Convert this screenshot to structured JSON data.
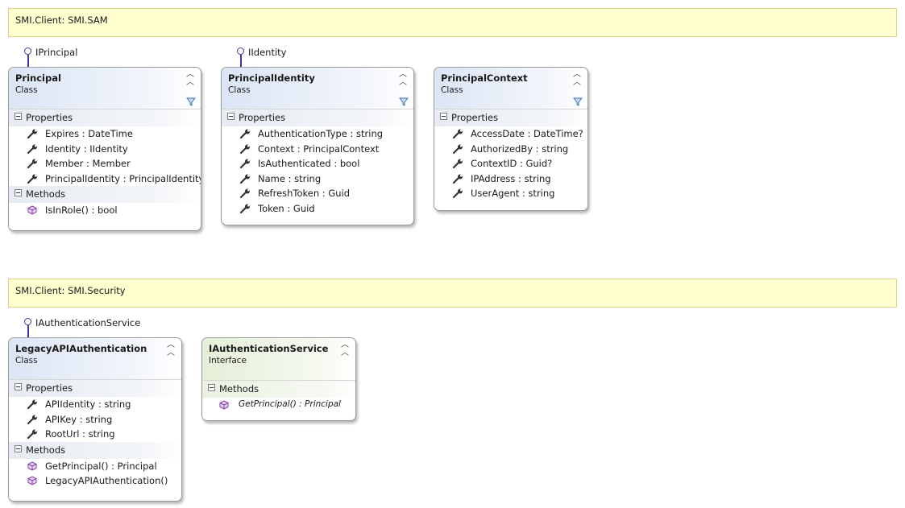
{
  "namespaces": [
    {
      "label": "SMI.Client: SMI.SAM"
    },
    {
      "label": "SMI.Client: SMI.Security"
    }
  ],
  "interfaces_lollipop": [
    "IPrincipal",
    "IIdentity",
    "IAuthenticationService"
  ],
  "icons": {
    "property": "wrench-icon",
    "method": "cube-icon",
    "collapse": "double-chevron-up-icon",
    "filter": "filter-icon",
    "section_toggle": "minus-box-icon"
  },
  "colors": {
    "namespace_fill": "#ffffcf",
    "class_header": "#dbe5f5",
    "interface_header": "#e4efd8",
    "lollipop": "#3a3a9a"
  },
  "boxes": [
    {
      "title": "Principal",
      "kind": "Class",
      "sections": [
        {
          "name": "Properties",
          "type": "property",
          "items": [
            "Expires : DateTime",
            "Identity : IIdentity",
            "Member : Member",
            "PrincipalIdentity : PrincipalIdentity"
          ]
        },
        {
          "name": "Methods",
          "type": "method",
          "items": [
            "IsInRole() : bool"
          ]
        }
      ]
    },
    {
      "title": "PrincipalIdentity",
      "kind": "Class",
      "sections": [
        {
          "name": "Properties",
          "type": "property",
          "items": [
            "AuthenticationType : string",
            "Context : PrincipalContext",
            "IsAuthenticated : bool",
            "Name : string",
            "RefreshToken : Guid",
            "Token : Guid"
          ]
        }
      ]
    },
    {
      "title": "PrincipalContext",
      "kind": "Class",
      "sections": [
        {
          "name": "Properties",
          "type": "property",
          "items": [
            "AccessDate : DateTime?",
            "AuthorizedBy : string",
            "ContextID : Guid?",
            "IPAddress : string",
            "UserAgent : string"
          ]
        }
      ]
    },
    {
      "title": "LegacyAPIAuthentication",
      "kind": "Class",
      "sections": [
        {
          "name": "Properties",
          "type": "property",
          "items": [
            "APIIdentity : string",
            "APIKey : string",
            "RootUrl : string"
          ]
        },
        {
          "name": "Methods",
          "type": "method",
          "items": [
            "GetPrincipal() : Principal",
            "LegacyAPIAuthentication()"
          ]
        }
      ]
    },
    {
      "title": "IAuthenticationService",
      "kind": "Interface",
      "sections": [
        {
          "name": "Methods",
          "type": "method",
          "items": [
            "GetPrincipal() : Principal"
          ]
        }
      ]
    }
  ]
}
